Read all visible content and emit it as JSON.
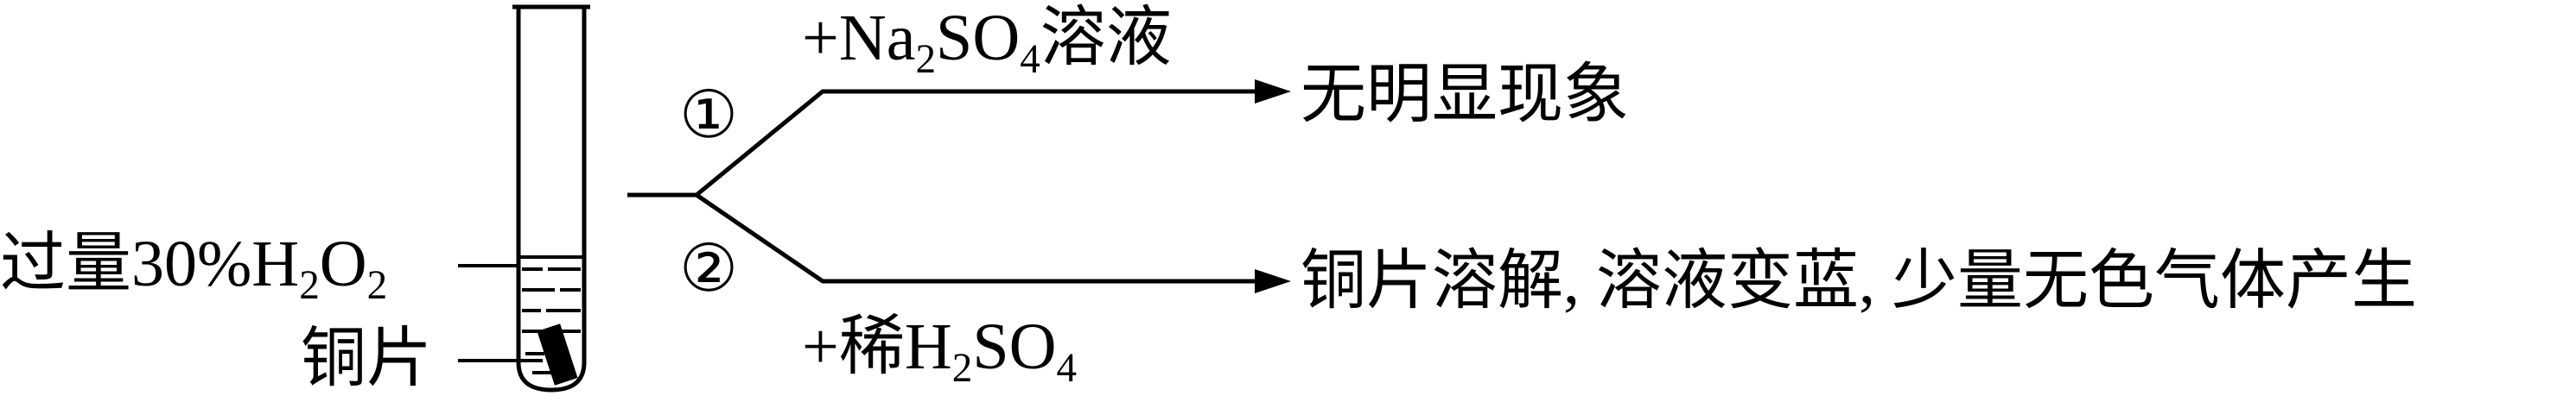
{
  "apparatus": {
    "reagent_label": "过量30%H",
    "reagent_sub_1": "2",
    "reagent_mid": "O",
    "reagent_sub_2": "2",
    "solid_label": "铜片"
  },
  "branches": [
    {
      "number": "①",
      "reagent_prefix": "+Na",
      "reagent_sub_1": "2",
      "reagent_mid": "SO",
      "reagent_sub_2": "4",
      "reagent_suffix": "溶液",
      "observation": "无明显现象"
    },
    {
      "number": "②",
      "reagent_prefix": "+稀H",
      "reagent_sub_1": "2",
      "reagent_mid": "SO",
      "reagent_sub_2": "4",
      "reagent_suffix": "",
      "observation": "铜片溶解, 溶液变蓝, 少量无色气体产生"
    }
  ]
}
